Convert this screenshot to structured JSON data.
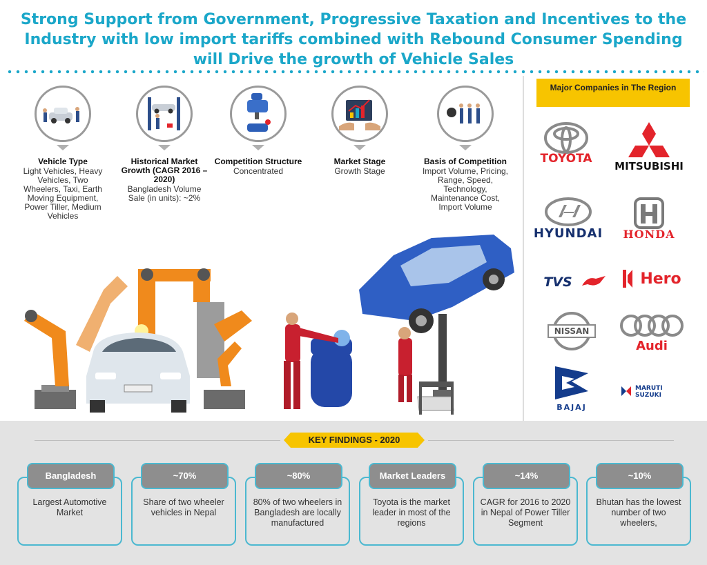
{
  "title": {
    "line1": "Strong Support from Government, Progressive Taxation and Incentives to the",
    "line2": "Industry with low import tariffs combined with Rebound Consumer Spending",
    "line3": "will Drive the growth of Vehicle Sales"
  },
  "stats": [
    {
      "icon": "mechanics-car-icon",
      "title": "Vehicle Type",
      "text": "Light Vehicles, Heavy Vehicles, Two Wheelers, Taxi, Earth Moving Equipment, Power Tiller, Medium Vehicles"
    },
    {
      "icon": "car-lift-icon",
      "title": "Historical Market Growth (CAGR 2016 – 2020)",
      "text": "Bangladesh Volume Sale (in units): ~2%"
    },
    {
      "icon": "machine-icon",
      "title": "Competition Structure",
      "text": "Concentrated"
    },
    {
      "icon": "growth-chart-icon",
      "title": "Market Stage",
      "text": "Growth Stage"
    },
    {
      "icon": "workers-icon",
      "title": "Basis of Competition",
      "text": "Import Volume, Pricing, Range, Speed, Technology, Maintenance Cost, Import Volume"
    }
  ],
  "companies": {
    "heading": "Major Companies in The Region",
    "logos": [
      "TOYOTA",
      "MITSUBISHI",
      "HYUNDAI",
      "HONDA",
      "TVS",
      "Hero",
      "NISSAN",
      "Audi",
      "BAJAJ",
      "MARUTI SUZUKI"
    ]
  },
  "findings": {
    "heading": "KEY FINDINGS - 2020",
    "cards": [
      {
        "label": "Bangladesh",
        "text": "Largest Automotive Market"
      },
      {
        "label": "~70%",
        "text": "Share of two wheeler vehicles in Nepal"
      },
      {
        "label": "~80%",
        "text": "80% of two wheelers in Bangladesh are locally manufactured"
      },
      {
        "label": "Market Leaders",
        "text": "Toyota is the market leader in most of the regions"
      },
      {
        "label": "~14%",
        "text": "CAGR for 2016 to 2020 in Nepal of Power Tiller Segment"
      },
      {
        "label": "~10%",
        "text": "Bhutan has the lowest number of two wheelers,"
      }
    ]
  },
  "colors": {
    "accent": "#1ba7c9",
    "highlight": "#f7c400",
    "toyota": "#e3242b",
    "mitsubishi": "#e3242b",
    "hyundai": "#16306e",
    "bajaj": "#143c8c"
  }
}
